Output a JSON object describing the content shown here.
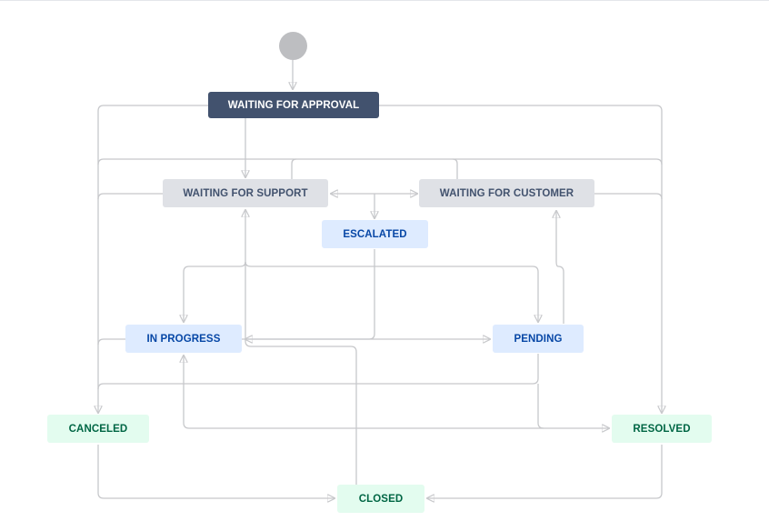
{
  "workflow": {
    "start_node": "initial-state",
    "statuses": {
      "waiting_for_approval": {
        "label": "WAITING FOR APPROVAL",
        "category": "dark"
      },
      "waiting_for_support": {
        "label": "WAITING FOR SUPPORT",
        "category": "grey"
      },
      "waiting_for_customer": {
        "label": "WAITING FOR CUSTOMER",
        "category": "grey"
      },
      "escalated": {
        "label": "ESCALATED",
        "category": "blue"
      },
      "in_progress": {
        "label": "IN PROGRESS",
        "category": "blue"
      },
      "pending": {
        "label": "PENDING",
        "category": "blue"
      },
      "canceled": {
        "label": "CANCELED",
        "category": "green"
      },
      "resolved": {
        "label": "RESOLVED",
        "category": "green"
      },
      "closed": {
        "label": "CLOSED",
        "category": "green"
      }
    },
    "transitions": [
      {
        "from": "initial-state",
        "to": "waiting_for_approval"
      },
      {
        "from": "waiting_for_approval",
        "to": "waiting_for_support"
      },
      {
        "from": "waiting_for_approval",
        "to": "canceled"
      },
      {
        "from": "waiting_for_approval",
        "to": "resolved"
      },
      {
        "from": "waiting_for_support",
        "to": "waiting_for_customer"
      },
      {
        "from": "waiting_for_customer",
        "to": "waiting_for_support"
      },
      {
        "from": "waiting_for_support",
        "to": "escalated"
      },
      {
        "from": "waiting_for_support",
        "to": "in_progress"
      },
      {
        "from": "waiting_for_support",
        "to": "pending"
      },
      {
        "from": "waiting_for_support",
        "to": "canceled"
      },
      {
        "from": "waiting_for_customer",
        "to": "resolved"
      },
      {
        "from": "escalated",
        "to": "in_progress"
      },
      {
        "from": "in_progress",
        "to": "pending"
      },
      {
        "from": "pending",
        "to": "in_progress"
      },
      {
        "from": "in_progress",
        "to": "canceled"
      },
      {
        "from": "in_progress",
        "to": "resolved"
      },
      {
        "from": "pending",
        "to": "waiting_for_customer"
      },
      {
        "from": "pending",
        "to": "resolved"
      },
      {
        "from": "pending",
        "to": "canceled"
      },
      {
        "from": "canceled",
        "to": "closed"
      },
      {
        "from": "resolved",
        "to": "closed"
      },
      {
        "from": "closed",
        "to": "waiting_for_support"
      }
    ]
  },
  "colors": {
    "dark_bg": "#42526e",
    "grey_bg": "#dfe1e6",
    "blue_bg": "#deebff",
    "green_bg": "#e3fcef",
    "connector": "#c7c8cb",
    "start_node": "#bdbec1"
  }
}
